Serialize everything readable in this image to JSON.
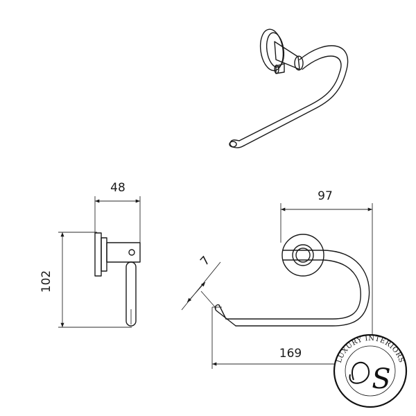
{
  "dimensions": {
    "depth": "48",
    "height": "102",
    "projection": "97",
    "angle": "7",
    "width": "169"
  },
  "logo": {
    "text": "LUXURY INTERIORS",
    "monogram": "S"
  },
  "icons": [
    "towel-ring-perspective",
    "towel-ring-side-view",
    "towel-ring-front-view",
    "luxury-interiors-logo"
  ]
}
